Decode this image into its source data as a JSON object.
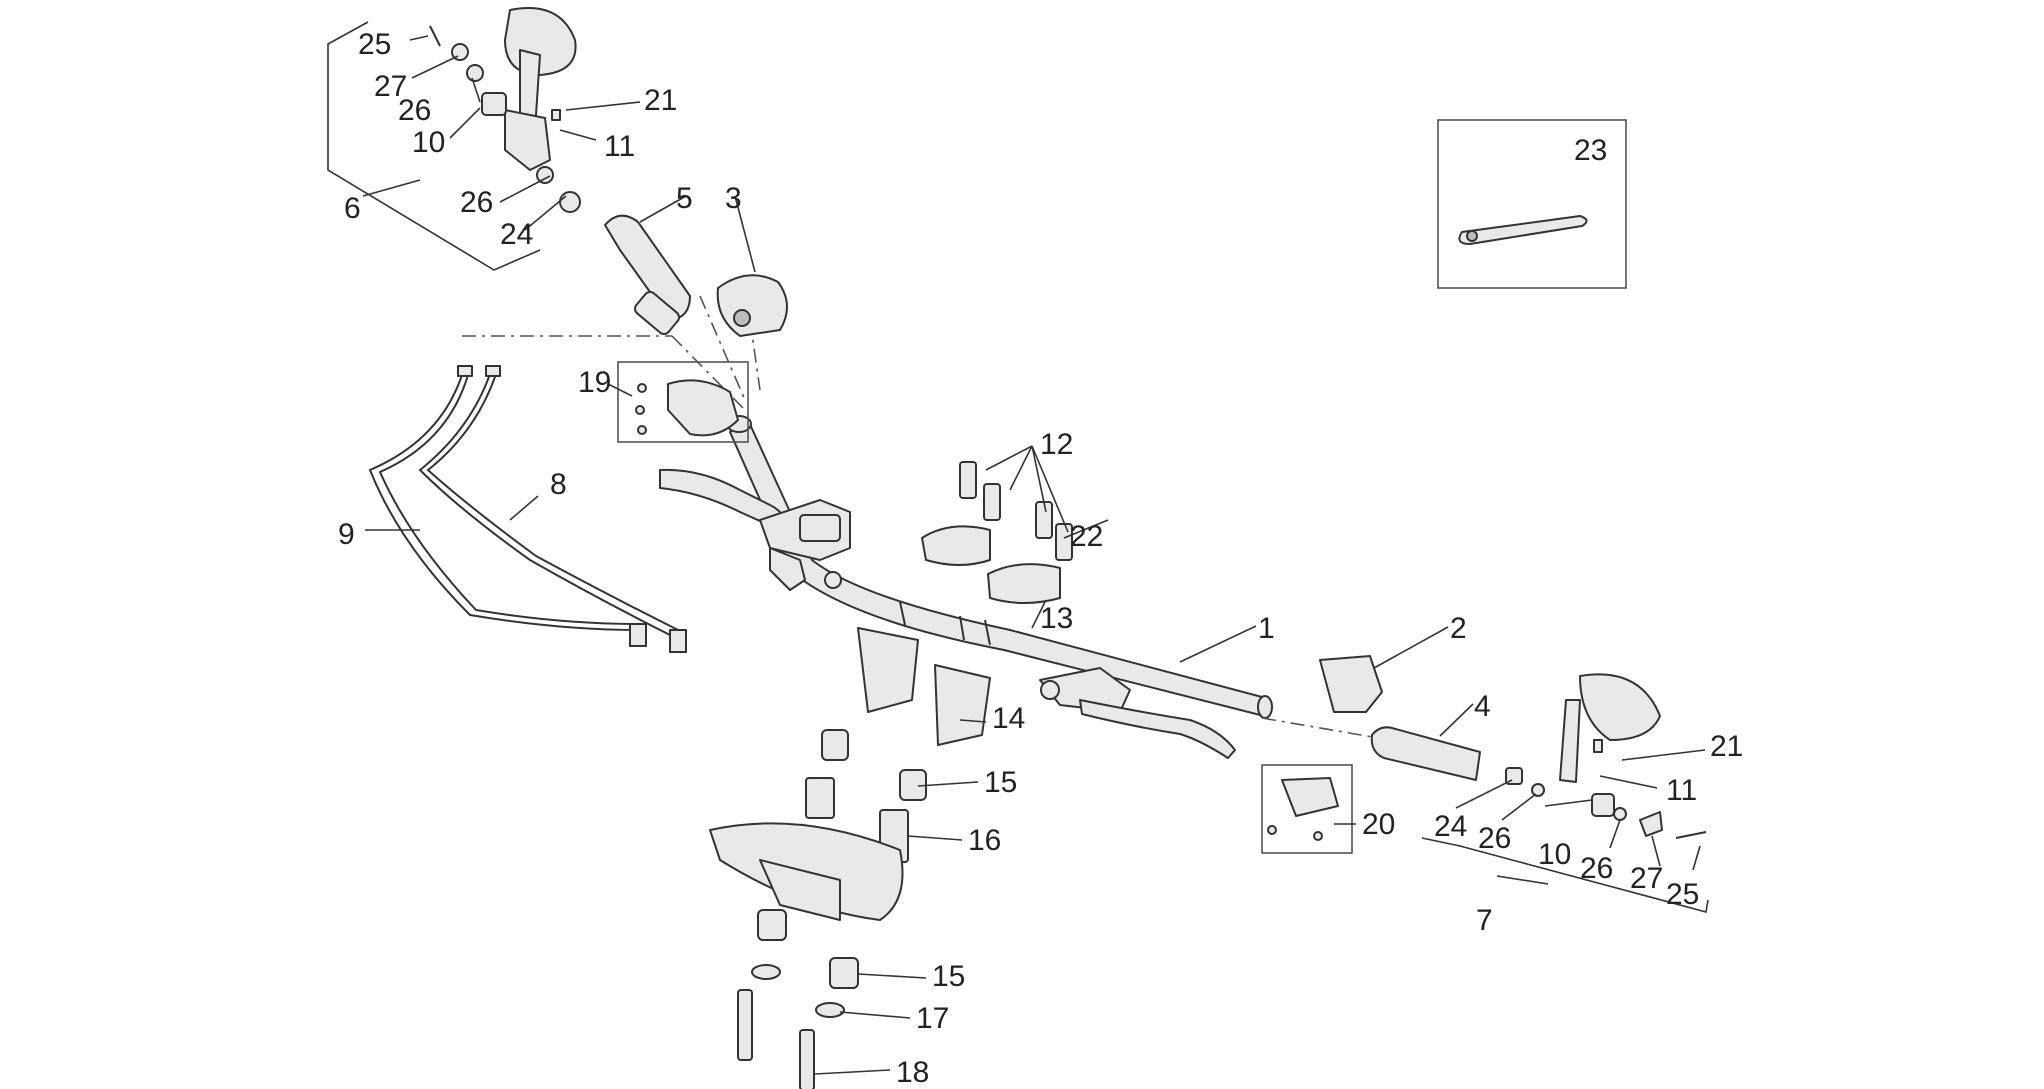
{
  "diagram": {
    "callouts": [
      {
        "id": "c1",
        "label": "1"
      },
      {
        "id": "c2",
        "label": "2"
      },
      {
        "id": "c3",
        "label": "3"
      },
      {
        "id": "c4",
        "label": "4"
      },
      {
        "id": "c5",
        "label": "5"
      },
      {
        "id": "c6",
        "label": "6"
      },
      {
        "id": "c7",
        "label": "7"
      },
      {
        "id": "c8",
        "label": "8"
      },
      {
        "id": "c9",
        "label": "9"
      },
      {
        "id": "c10a",
        "label": "10"
      },
      {
        "id": "c10b",
        "label": "10"
      },
      {
        "id": "c11a",
        "label": "11"
      },
      {
        "id": "c11b",
        "label": "11"
      },
      {
        "id": "c12",
        "label": "12"
      },
      {
        "id": "c13",
        "label": "13"
      },
      {
        "id": "c14",
        "label": "14"
      },
      {
        "id": "c15a",
        "label": "15"
      },
      {
        "id": "c15b",
        "label": "15"
      },
      {
        "id": "c16",
        "label": "16"
      },
      {
        "id": "c17",
        "label": "17"
      },
      {
        "id": "c18",
        "label": "18"
      },
      {
        "id": "c19",
        "label": "19"
      },
      {
        "id": "c20",
        "label": "20"
      },
      {
        "id": "c21a",
        "label": "21"
      },
      {
        "id": "c21b",
        "label": "21"
      },
      {
        "id": "c22",
        "label": "22"
      },
      {
        "id": "c23",
        "label": "23"
      },
      {
        "id": "c24a",
        "label": "24"
      },
      {
        "id": "c24b",
        "label": "24"
      },
      {
        "id": "c25a",
        "label": "25"
      },
      {
        "id": "c25b",
        "label": "25"
      },
      {
        "id": "c26a",
        "label": "26"
      },
      {
        "id": "c26b",
        "label": "26"
      },
      {
        "id": "c26c",
        "label": "26"
      },
      {
        "id": "c26d",
        "label": "26"
      },
      {
        "id": "c27a",
        "label": "27"
      },
      {
        "id": "c27b",
        "label": "27"
      }
    ]
  },
  "colors": {
    "stroke": "#333333",
    "part_fill": "#e9e9e9",
    "background": "#ffffff"
  }
}
